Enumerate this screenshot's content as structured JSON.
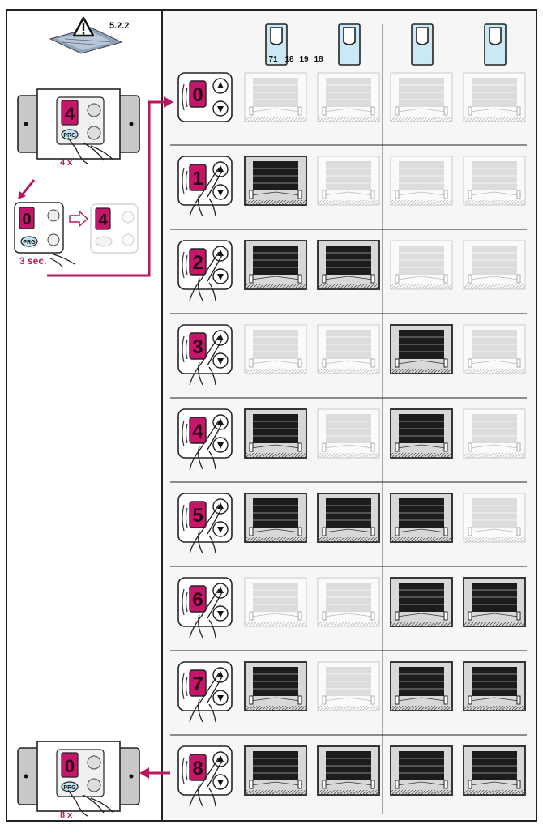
{
  "section_ref": "5.2.2",
  "header": {
    "transmitter_numbers": [
      "71",
      "18",
      "19",
      "18"
    ]
  },
  "left_panel": {
    "step1_count_label": "4 x",
    "step2_hold_label": "3 sec.",
    "step3_count_label": "8 x",
    "display_digit_start": "4",
    "display_digit_zero": "0",
    "display_digit_result": "4",
    "display_digit_end": "0",
    "button_label": "PRG"
  },
  "rows": [
    {
      "code": "0",
      "doors": [
        "light",
        "light",
        "light",
        "light"
      ]
    },
    {
      "code": "1",
      "doors": [
        "dark",
        "light",
        "light",
        "light"
      ]
    },
    {
      "code": "2",
      "doors": [
        "dark",
        "dark",
        "light",
        "light"
      ]
    },
    {
      "code": "3",
      "doors": [
        "light",
        "light",
        "dark",
        "light"
      ]
    },
    {
      "code": "4",
      "doors": [
        "dark",
        "light",
        "dark",
        "light"
      ]
    },
    {
      "code": "5",
      "doors": [
        "dark",
        "dark",
        "dark",
        "light"
      ]
    },
    {
      "code": "6",
      "doors": [
        "light",
        "light",
        "dark",
        "dark"
      ]
    },
    {
      "code": "7",
      "doors": [
        "dark",
        "light",
        "dark",
        "dark"
      ]
    },
    {
      "code": "8",
      "doors": [
        "dark",
        "dark",
        "dark",
        "dark"
      ]
    }
  ],
  "colors": {
    "accent": "#b5195f",
    "display": "#c4176a",
    "remote_fill": "#cbe9f5",
    "panel_bg": "#f6f6f6",
    "dark_door": "#1c1c1c",
    "light_door": "#dcdcdc"
  }
}
